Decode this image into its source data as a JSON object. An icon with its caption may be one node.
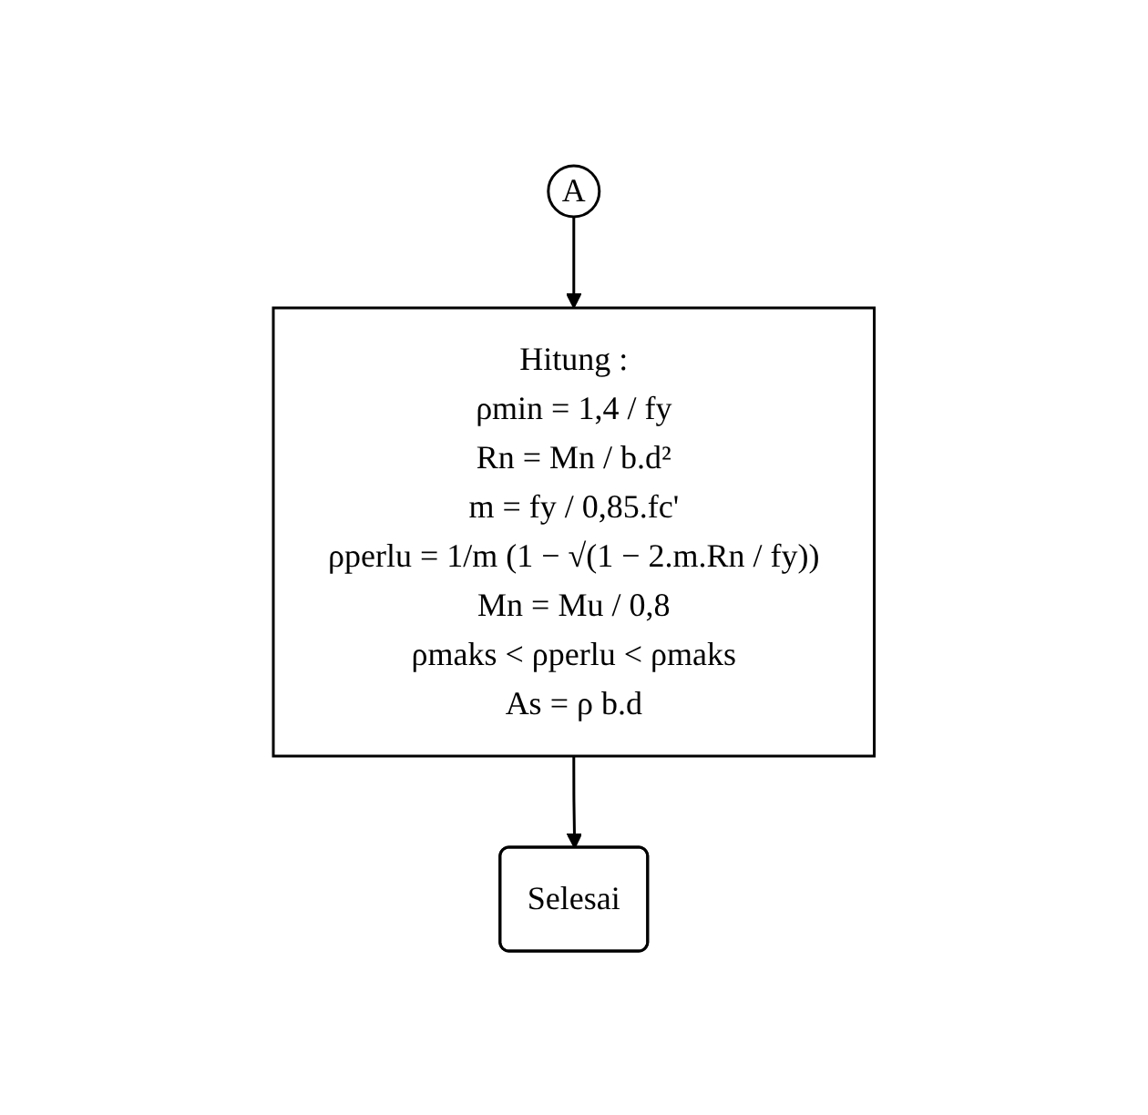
{
  "diagram": {
    "nodes": [
      {
        "text": [
          "A"
        ]
      },
      {
        "text": [
          "Hitung :",
          "ρmin = 1,4 / fy",
          "Rn = Mn / b.d²",
          "m = fy / 0,85.fc'",
          "ρperlu = 1/m (1 − √(1 − 2.m.Rn / fy))",
          "Mn = Mu / 0,8",
          "ρmaks < ρperlu < ρmaks",
          "As = ρ b.d"
        ]
      },
      {
        "text": [
          "Selesai"
        ]
      }
    ],
    "edges": [
      {
        "from": 0,
        "to": 1,
        "arrow": "to"
      },
      {
        "from": 1,
        "to": 2,
        "arrow": "to"
      }
    ]
  }
}
